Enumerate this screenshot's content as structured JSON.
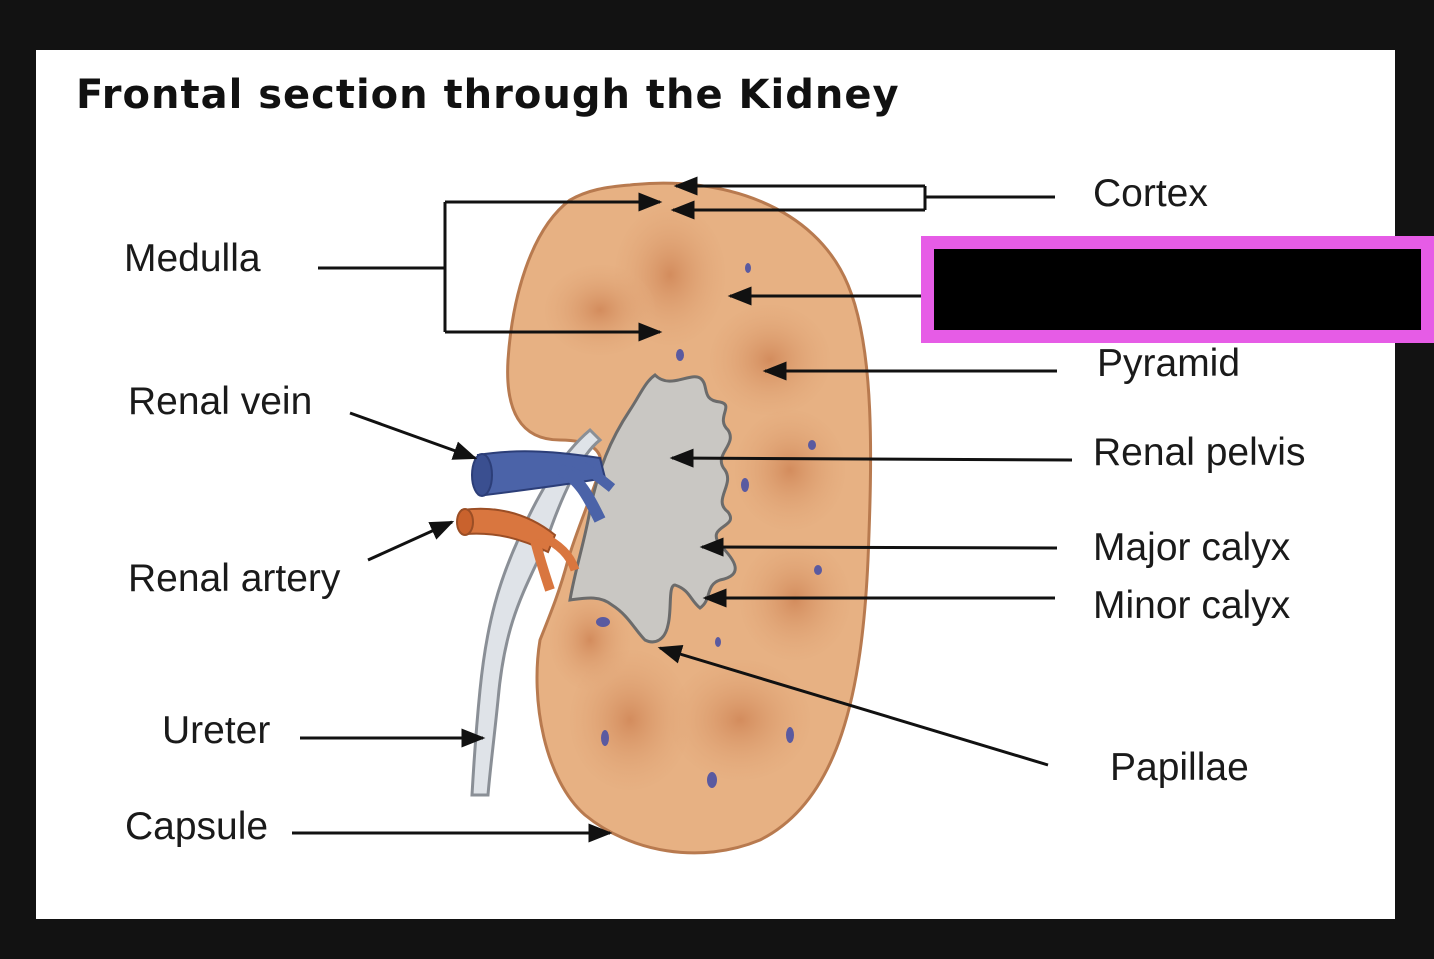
{
  "title": "Frontal section through the Kidney",
  "labels": {
    "cortex": "Cortex",
    "medulla": "Medulla",
    "pyramid": "Pyramid",
    "renal_vein": "Renal vein",
    "renal_pelvis": "Renal pelvis",
    "renal_artery": "Renal artery",
    "major_calyx": "Major calyx",
    "minor_calyx": "Minor calyx",
    "ureter": "Ureter",
    "papillae": "Papillae",
    "capsule": "Capsule"
  },
  "colors": {
    "background": "#121212",
    "card": "#ffffff",
    "kidney": "#e7b183",
    "pyramid": "#d89a6b",
    "pelvis": "#c9c7c3",
    "vein": "#4b63a8",
    "artery": "#d9763f",
    "ureter": "#dfe3e8",
    "highlight": "#e65ce6"
  }
}
